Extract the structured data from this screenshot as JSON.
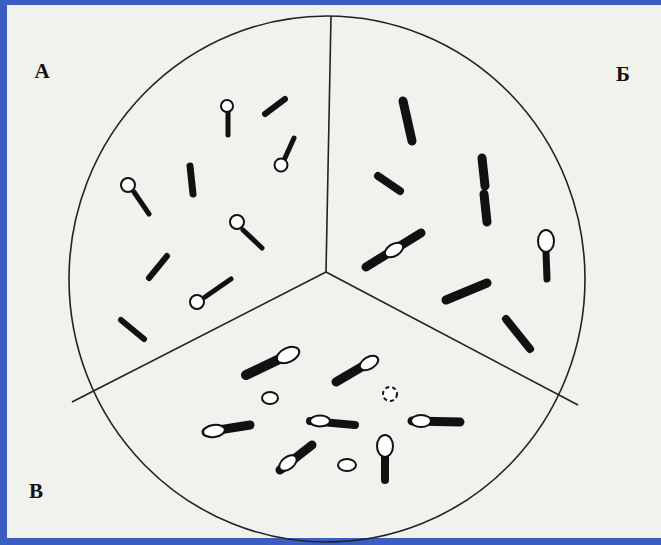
{
  "diagram": {
    "labels": [
      "А",
      "Б",
      "В"
    ]
  }
}
